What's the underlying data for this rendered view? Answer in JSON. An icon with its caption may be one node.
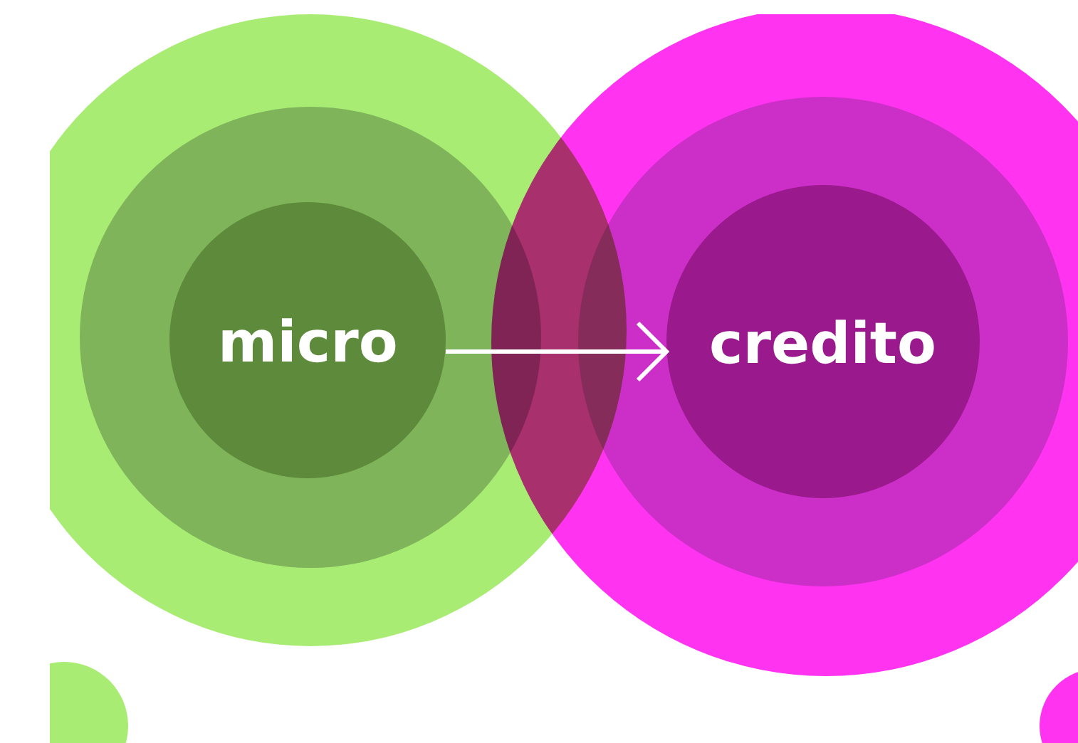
{
  "diagram": {
    "nodes": [
      {
        "text": [],
        "shape": "circle"
      },
      {
        "text": [],
        "shape": "circle",
        "in": 0
      },
      {
        "text": [
          "micro"
        ],
        "in": 1
      },
      {
        "text": [],
        "shape": "circle"
      },
      {
        "text": [],
        "shape": "circle",
        "in": 3
      },
      {
        "text": [
          "credito"
        ],
        "in": 4
      }
    ],
    "edges": [
      {
        "from": 2,
        "to": 5,
        "arrow": "to"
      }
    ]
  }
}
